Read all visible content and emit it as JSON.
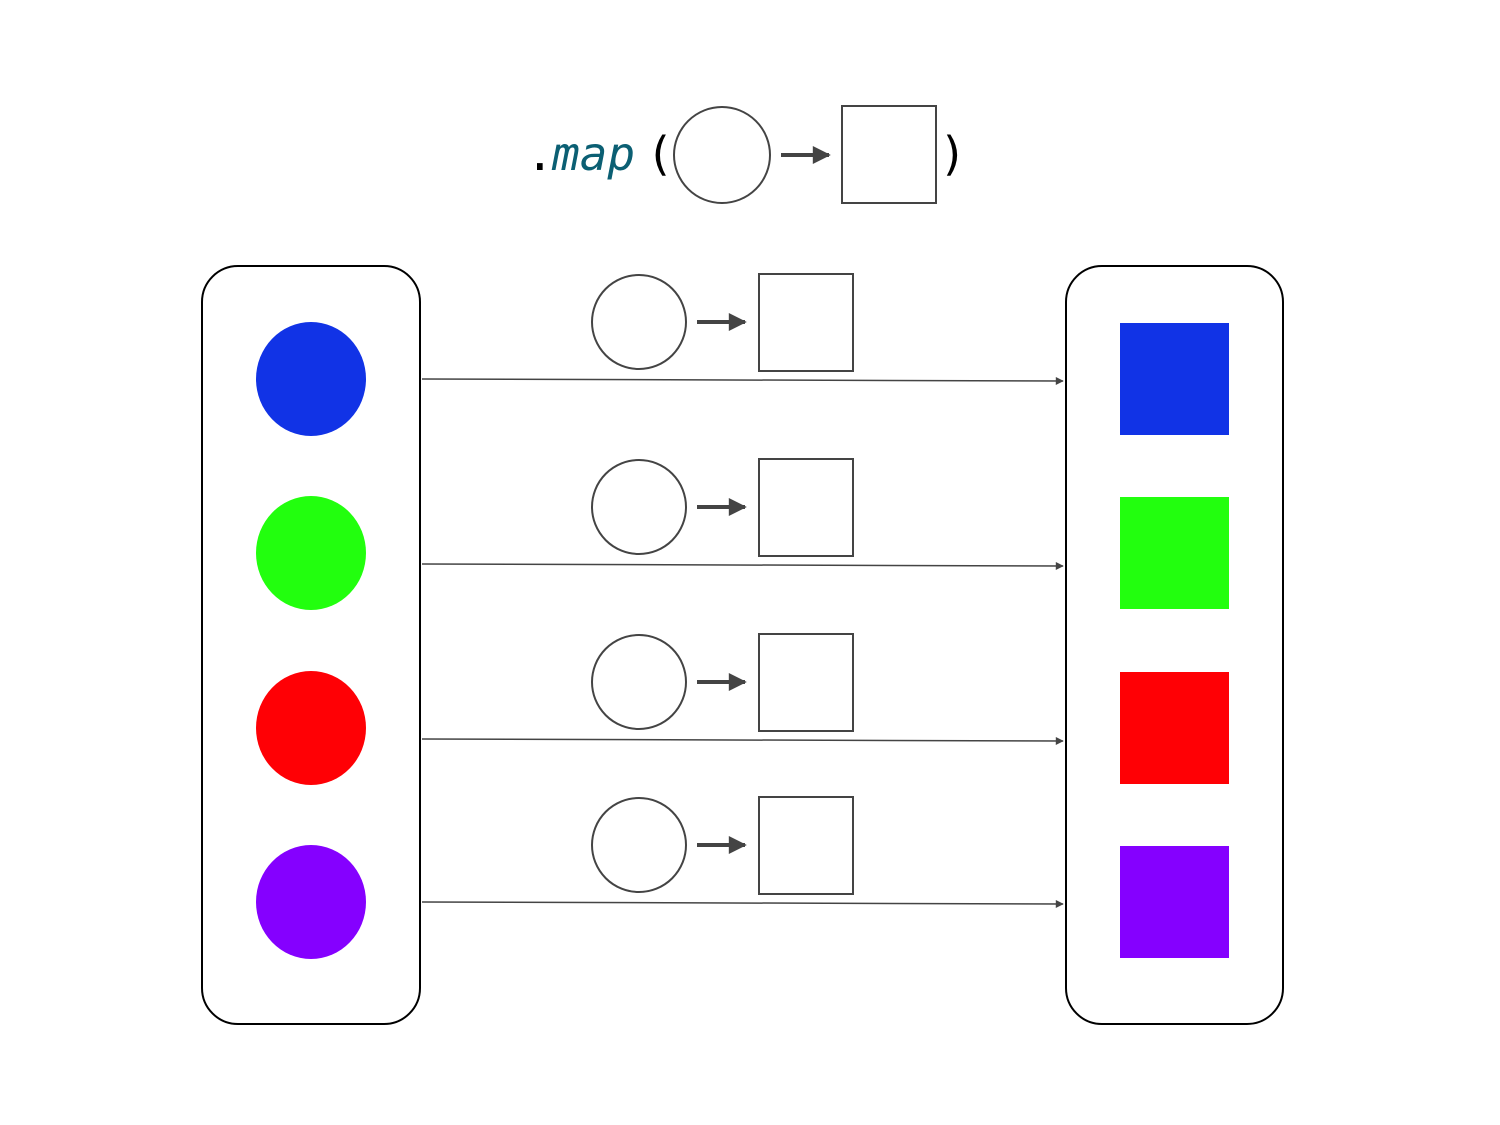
{
  "header": {
    "dot": ".",
    "method": "map",
    "open_paren": "(",
    "close_paren": ")"
  },
  "colors": {
    "blue": "#1133e6",
    "green": "#22ff0e",
    "red": "#ff0005",
    "purple": "#8500ff",
    "outline": "#444444",
    "container_border": "#000000",
    "arrow": "#444444",
    "code_method": "#0b5f73"
  },
  "input_items": [
    {
      "shape": "circle",
      "color": "#1133e6"
    },
    {
      "shape": "circle",
      "color": "#22ff0e"
    },
    {
      "shape": "circle",
      "color": "#ff0005"
    },
    {
      "shape": "circle",
      "color": "#8500ff"
    }
  ],
  "output_items": [
    {
      "shape": "square",
      "color": "#1133e6"
    },
    {
      "shape": "square",
      "color": "#22ff0e"
    },
    {
      "shape": "square",
      "color": "#ff0005"
    },
    {
      "shape": "square",
      "color": "#8500ff"
    }
  ],
  "mappings": [
    {
      "from": "circle",
      "to": "square"
    },
    {
      "from": "circle",
      "to": "square"
    },
    {
      "from": "circle",
      "to": "square"
    },
    {
      "from": "circle",
      "to": "square"
    }
  ]
}
